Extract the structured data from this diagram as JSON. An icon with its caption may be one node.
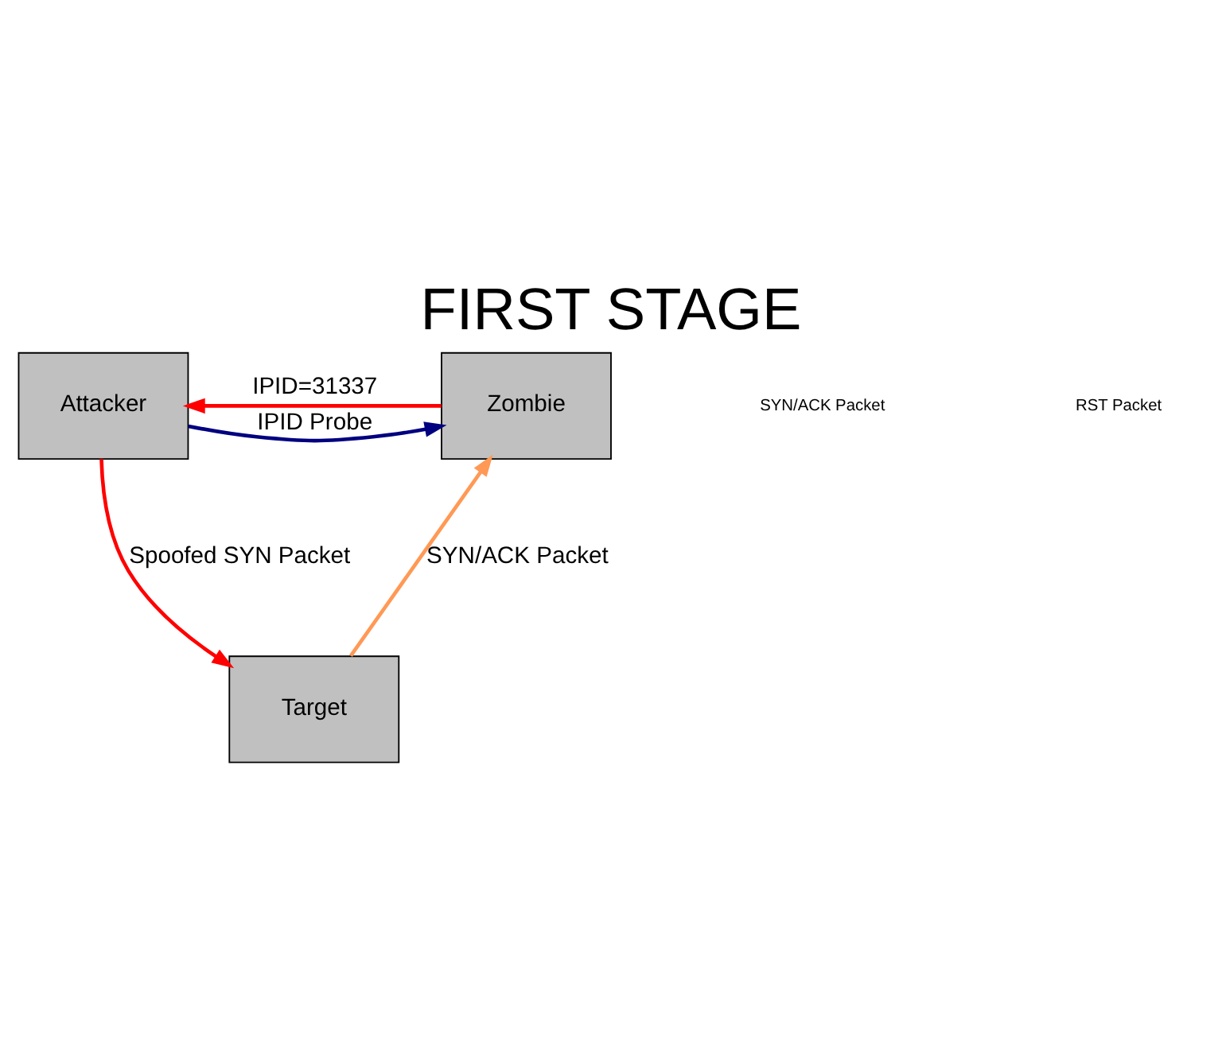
{
  "diagram": {
    "title": "FIRST STAGE",
    "nodes": [
      {
        "text": [
          "Attacker"
        ]
      },
      {
        "text": [
          "Zombie"
        ]
      },
      {
        "text": [
          "Target"
        ]
      }
    ],
    "edges": [
      {
        "from": 0,
        "to": 1,
        "arrow": "to",
        "label": "IPID Probe",
        "color": "#000080"
      },
      {
        "from": 1,
        "to": 0,
        "arrow": "to",
        "label": "IPID=31337",
        "color": "#ff0000"
      },
      {
        "from": 0,
        "to": 2,
        "arrow": "to",
        "label": "Spoofed SYN Packet",
        "color": "#ff0000"
      },
      {
        "from": 2,
        "to": 1,
        "arrow": "to",
        "label": "SYN/ACK Packet",
        "color": "#ff9955"
      }
    ],
    "labels": [
      "SYN/ACK Packet",
      "RST Packet"
    ]
  }
}
